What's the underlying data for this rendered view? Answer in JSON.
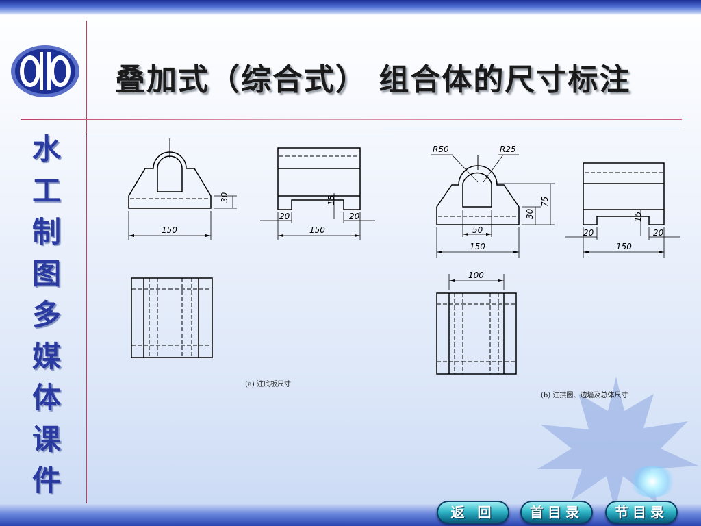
{
  "page": {
    "title": "叠加式（综合式） 组合体的尺寸标注",
    "side_title": [
      "水",
      "工",
      "制",
      "图",
      "多",
      "媒",
      "体",
      "课",
      "件"
    ]
  },
  "figure_a": {
    "caption": "(a)  注底板尺寸",
    "front_dims": {
      "height": "30",
      "width": "150"
    },
    "side_dims": {
      "slot_height": "15",
      "left": "20",
      "right": "20",
      "width": "150"
    }
  },
  "figure_b": {
    "caption": "(b)  注拱圈、边墙及总体尺寸",
    "front_dims": {
      "outer_radius": "R50",
      "inner_radius": "R25",
      "height_total": "75",
      "base_height": "30",
      "opening": "50",
      "width": "150"
    },
    "side_dims": {
      "slot_height": "15",
      "left": "20",
      "right": "20",
      "width": "150"
    },
    "top_dims": {
      "width": "100"
    }
  },
  "nav": {
    "back_label": "返 回",
    "home_label": "首目录",
    "section_label": "节目录"
  },
  "colors": {
    "accent_blue": "#2a3aa0",
    "nav_teal": "#1a9ab0",
    "divider": "#c04060"
  }
}
